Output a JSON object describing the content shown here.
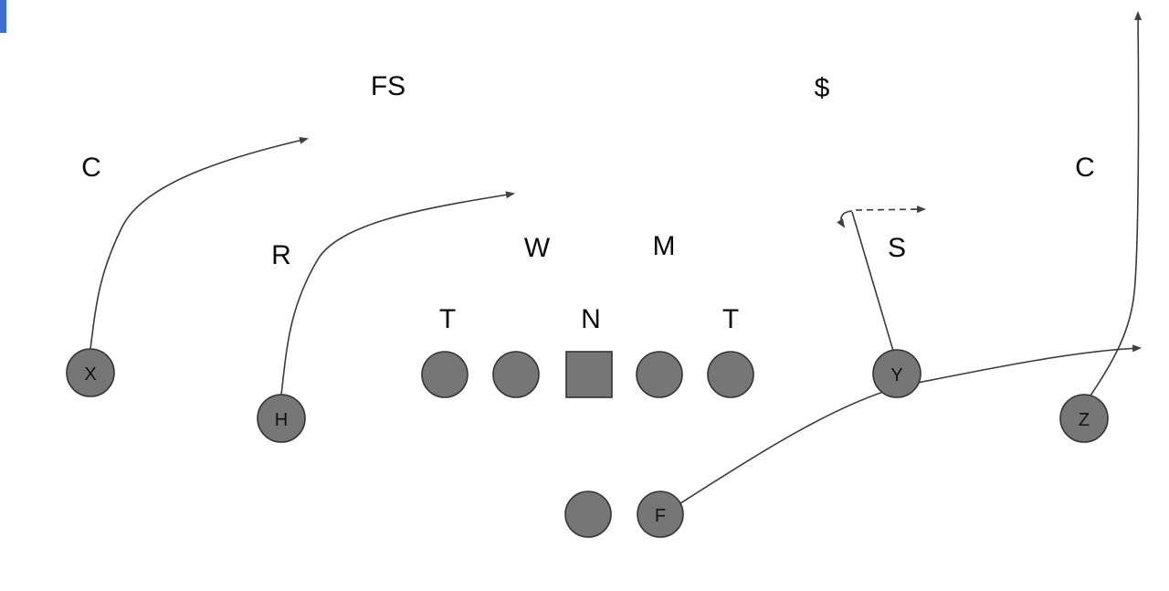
{
  "diagram": {
    "type": "football-play-diagram",
    "colors": {
      "background": "#ffffff",
      "player_fill": "#767676",
      "player_stroke": "#333333",
      "route_stroke": "#3a3a3a",
      "label_color": "#0a0a0a",
      "cursor_blue": "#3b6fd4"
    },
    "defense_labels": {
      "corner_left": "C",
      "free_safety": "FS",
      "strong_safety": "$",
      "corner_right": "C",
      "r_backer": "R",
      "will_backer": "W",
      "mike_backer": "M",
      "sam_backer": "S",
      "tackle_left": "T",
      "nose": "N",
      "tackle_right": "T"
    },
    "offense_labels": {
      "x_receiver": "X",
      "h_back": "H",
      "y_tightend": "Y",
      "z_receiver": "Z",
      "fullback": "F"
    }
  }
}
